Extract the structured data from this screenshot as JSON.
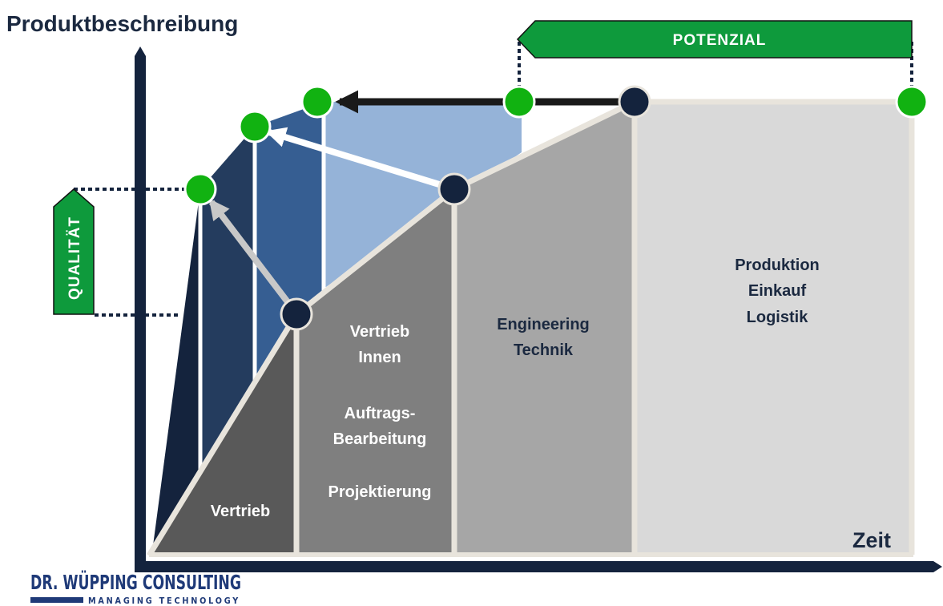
{
  "title": "Produktbeschreibung",
  "x_axis_label": "Zeit",
  "potential_banner": "POTENZIAL",
  "quality_banner": "QUALITÄT",
  "zones": {
    "vertrieb": "Vertrieb",
    "vertrieb_innen": [
      "Vertrieb",
      "Innen",
      "Auftrags-",
      "Bearbeitung",
      "Projektierung"
    ],
    "engineering": [
      "Engineering",
      "Technik"
    ],
    "produktion": [
      "Produktion",
      "Einkauf",
      "Logistik"
    ]
  },
  "logo": {
    "name": "DR. WÜPPING CONSULTING",
    "tagline": "MANAGING TECHNOLOGY"
  },
  "colors": {
    "navy": "#14233d",
    "green": "#11b211",
    "banner_green": "#0e9a3c",
    "zone_dark": "#595959",
    "zone_mid": "#7f7f7f",
    "zone_light": "#a6a6a6",
    "zone_lightest": "#d9d9d9",
    "boundary": "#e8e4dc"
  }
}
